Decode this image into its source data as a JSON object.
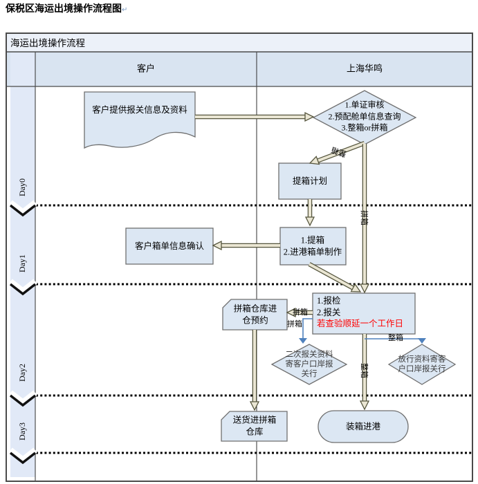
{
  "page_title": "保税区海运出境操作流程图",
  "pilcrow": "↵",
  "frame": {
    "title": "海运出境操作流程",
    "columns": {
      "customer": "客户",
      "company": "上海华鸣"
    }
  },
  "lanes": {
    "day0": "Day0",
    "day1": "Day1",
    "day2": "Day2",
    "day3": "Day3"
  },
  "nodes": {
    "doc": "客户提供报关信息及资料",
    "decision1": {
      "lines": [
        "1.单证审核",
        "2.预配舱单信息查询",
        "3.整箱or拼箱"
      ]
    },
    "pickup_plan": "提箱计划",
    "pickup": {
      "lines": [
        "1.提箱",
        "2.进港箱单制作"
      ]
    },
    "confirm": "客户箱单信息确认",
    "declare": {
      "lines": [
        "1.报检",
        "2.报关"
      ],
      "note": "若查验顺延一个工作日"
    },
    "lcl_booking": {
      "lines": [
        "拼箱仓库进",
        "仓预约"
      ]
    },
    "second_docs": {
      "lines": [
        "二次报关资料",
        "寄客户口岸报",
        "关行"
      ]
    },
    "release_docs": {
      "lines": [
        "放行资料寄客",
        "户口岸报关行"
      ]
    },
    "deliver": {
      "lines": [
        "送货进拼箱",
        "仓库"
      ]
    },
    "load_port": "装箱进港"
  },
  "labels": {
    "fcl": "整箱",
    "lcl": "拼箱"
  },
  "colors": {
    "shape_fill": "#dce7f3",
    "band_fill": "#e1e9f7",
    "header_fill": "#d9e4f1",
    "titlebar_fill": "#ecf1f9",
    "arrow_fill": "#eae6d3",
    "arrow_stroke": "#55553d",
    "connector_blue": "#4f81bd",
    "note_red": "#ff0000"
  }
}
